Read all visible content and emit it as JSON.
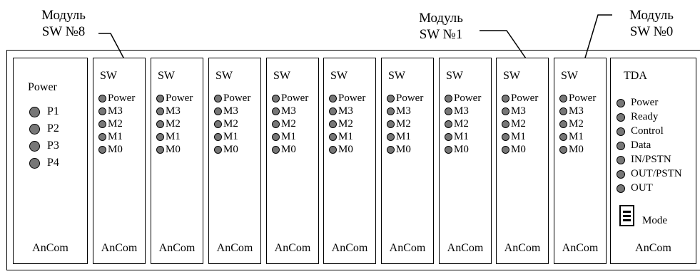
{
  "callouts": [
    {
      "line1": "Модуль",
      "line2": "SW №8"
    },
    {
      "line1": "Модуль",
      "line2": "SW №1"
    },
    {
      "line1": "Модуль",
      "line2": "SW №0"
    }
  ],
  "power_module": {
    "title": "Power",
    "indicators": [
      "P1",
      "P2",
      "P3",
      "P4"
    ],
    "brand": "AnCom"
  },
  "sw_modules": [
    {
      "title": "SW",
      "indicators": [
        "Power",
        "M3",
        "M2",
        "M1",
        "M0"
      ],
      "brand": "AnCom"
    },
    {
      "title": "SW",
      "indicators": [
        "Power",
        "M3",
        "M2",
        "M1",
        "M0"
      ],
      "brand": "AnCom"
    },
    {
      "title": "SW",
      "indicators": [
        "Power",
        "M3",
        "M2",
        "M1",
        "M0"
      ],
      "brand": "AnCom"
    },
    {
      "title": "SW",
      "indicators": [
        "Power",
        "M3",
        "M2",
        "M1",
        "M0"
      ],
      "brand": "AnCom"
    },
    {
      "title": "SW",
      "indicators": [
        "Power",
        "M3",
        "M2",
        "M1",
        "M0"
      ],
      "brand": "AnCom"
    },
    {
      "title": "SW",
      "indicators": [
        "Power",
        "M3",
        "M2",
        "M1",
        "M0"
      ],
      "brand": "AnCom"
    },
    {
      "title": "SW",
      "indicators": [
        "Power",
        "M3",
        "M2",
        "M1",
        "M0"
      ],
      "brand": "AnCom"
    },
    {
      "title": "SW",
      "indicators": [
        "Power",
        "M3",
        "M2",
        "M1",
        "M0"
      ],
      "brand": "AnCom"
    },
    {
      "title": "SW",
      "indicators": [
        "Power",
        "M3",
        "M2",
        "M1",
        "M0"
      ],
      "brand": "AnCom"
    }
  ],
  "tda_module": {
    "title": "TDA",
    "indicators": [
      "Power",
      "Ready",
      "Control",
      "Data",
      "IN/PSTN",
      "OUT/PSTN",
      "OUT"
    ],
    "mode_label": "Mode",
    "brand": "AnCom"
  }
}
